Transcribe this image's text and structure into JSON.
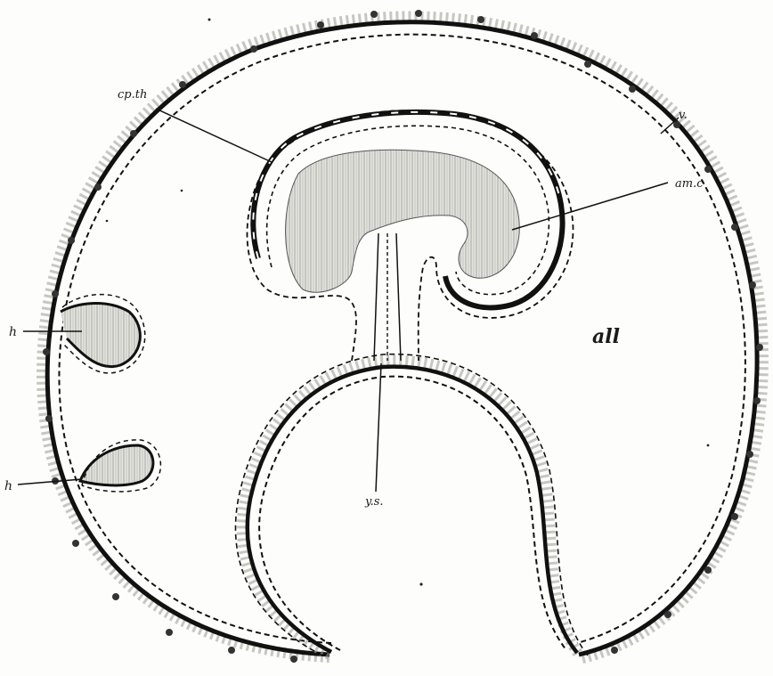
{
  "labels": {
    "cp_th": "cp.th",
    "v": "v.",
    "am_c": "am.c",
    "all": "all",
    "h_upper": "h",
    "h_lower": "h",
    "y_s": "y.s."
  },
  "colors": {
    "ink": "#111111",
    "paper": "#fdfdfb",
    "stipple": "#8a8a8a",
    "embryo_fill": "#d9d9d4"
  }
}
